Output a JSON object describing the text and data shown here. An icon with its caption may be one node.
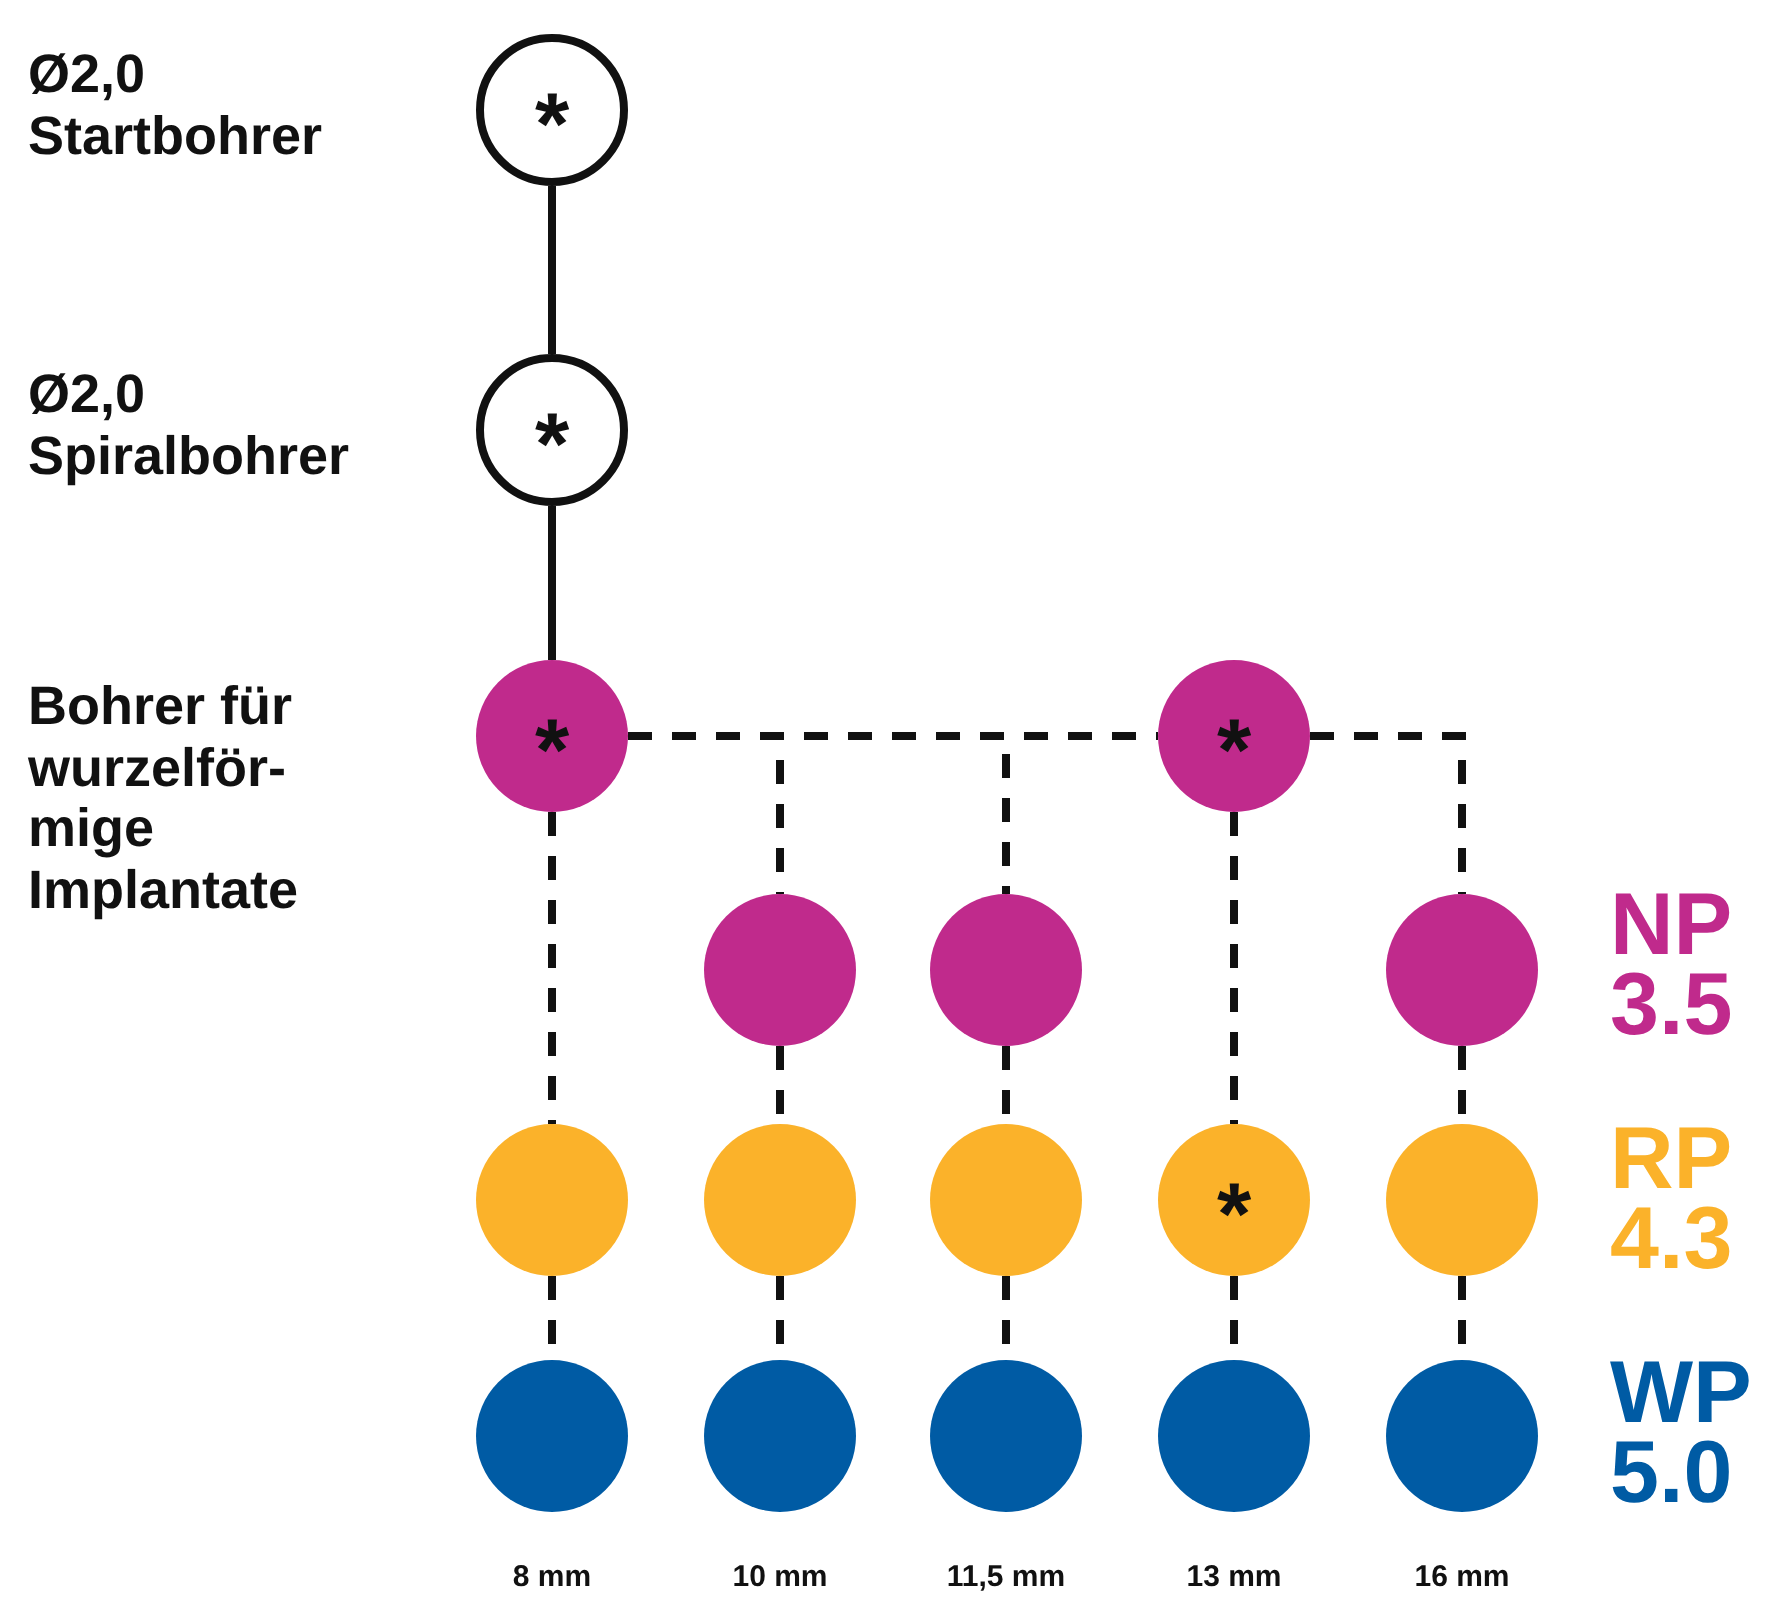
{
  "diagram": {
    "nodes": [
      {
        "text": [
          "*"
        ],
        "beside": [
          "Ø2,0 Startbohrer"
        ]
      },
      {
        "text": [
          "*"
        ],
        "beside": [
          "Ø2,0 Spiralbohrer"
        ]
      },
      {
        "text": [
          "*"
        ],
        "beside": [
          "Bohrer für wurzelför-mige Implantate"
        ]
      },
      {
        "text": [
          "*"
        ]
      },
      {
        "text": [],
        "shape": "circle"
      },
      {
        "text": [],
        "shape": "circle"
      },
      {
        "text": [],
        "shape": "circle"
      },
      {
        "text": [],
        "shape": "circle"
      },
      {
        "text": [],
        "shape": "circle"
      },
      {
        "text": [],
        "shape": "circle"
      },
      {
        "text": [
          "*"
        ]
      },
      {
        "text": [],
        "shape": "circle"
      },
      {
        "text": [],
        "shape": "circle"
      },
      {
        "text": [],
        "shape": "circle"
      },
      {
        "text": [],
        "shape": "circle"
      },
      {
        "text": [],
        "shape": "circle"
      },
      {
        "text": [],
        "shape": "circle"
      }
    ],
    "edges": [
      {
        "from": 0,
        "to": 1,
        "arrow": "none"
      },
      {
        "from": 1,
        "to": 2,
        "arrow": "none"
      },
      {
        "from": 2,
        "to": 7,
        "arrow": "none",
        "style": "dashed"
      },
      {
        "from": 2,
        "to": 3,
        "arrow": "none",
        "style": "dashed"
      },
      {
        "from": 2,
        "to": 4,
        "arrow": "none",
        "style": "dashed"
      },
      {
        "from": 2,
        "to": 5,
        "arrow": "none",
        "style": "dashed"
      },
      {
        "from": 3,
        "to": 6,
        "arrow": "none",
        "style": "dashed"
      },
      {
        "from": 3,
        "to": 10,
        "arrow": "none",
        "style": "dashed"
      },
      {
        "from": 4,
        "to": 8,
        "arrow": "none",
        "style": "dashed"
      },
      {
        "from": 5,
        "to": 9,
        "arrow": "none",
        "style": "dashed"
      },
      {
        "from": 6,
        "to": 11,
        "arrow": "none",
        "style": "dashed"
      },
      {
        "from": 7,
        "to": 12,
        "arrow": "none",
        "style": "dashed"
      },
      {
        "from": 8,
        "to": 13,
        "arrow": "none",
        "style": "dashed"
      },
      {
        "from": 9,
        "to": 14,
        "arrow": "none",
        "style": "dashed"
      },
      {
        "from": 10,
        "to": 15,
        "arrow": "none",
        "style": "dashed"
      },
      {
        "from": 11,
        "to": 16,
        "arrow": "none",
        "style": "dashed"
      }
    ],
    "labels": [
      "NP 3.5",
      "RP 4.3",
      "WP 5.0",
      "8 mm",
      "10 mm",
      "11,5 mm",
      "13 mm",
      "16 mm"
    ]
  }
}
